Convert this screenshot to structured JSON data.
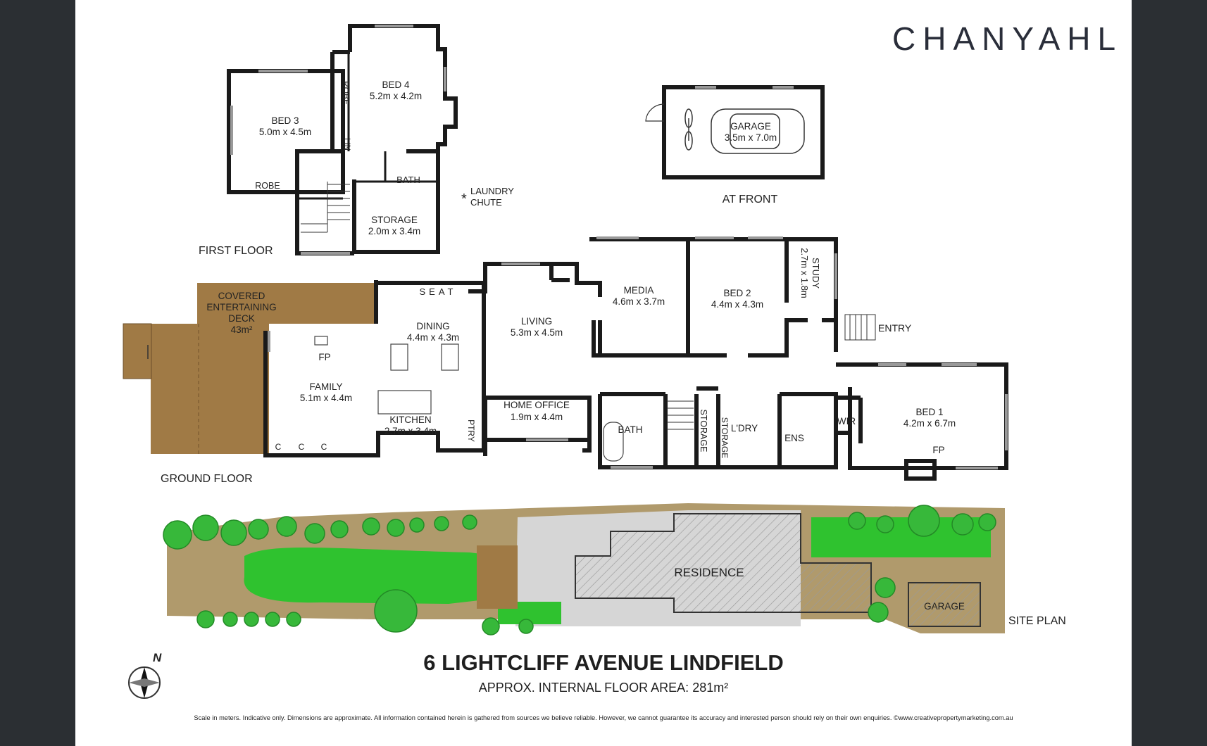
{
  "brand": "CHANYAHL",
  "floors": {
    "first": "FIRST FLOOR",
    "ground": "GROUND FLOOR",
    "garage_note": "AT FRONT",
    "site": "SITE PLAN"
  },
  "rooms": {
    "bed3": {
      "name": "BED 3",
      "dims": "5.0m x 4.5m"
    },
    "bed4": {
      "name": "BED 4",
      "dims": "5.2m x 4.2m"
    },
    "robe_v": "ROBE",
    "robe_h": "ROBE",
    "lin": "LIN",
    "bath_first": "BATH",
    "storage_first": {
      "name": "STORAGE",
      "dims": "2.0m x 3.4m"
    },
    "laundry_chute": [
      "LAUNDRY",
      "CHUTE"
    ],
    "garage": {
      "name": "GARAGE",
      "dims": "3.5m x 7.0m"
    },
    "deck": {
      "lines": [
        "COVERED",
        "ENTERTAINING",
        "DECK"
      ],
      "area": "43m²"
    },
    "seat": "SEAT",
    "dining": {
      "name": "DINING",
      "dims": "4.4m x 4.3m"
    },
    "living": {
      "name": "LIVING",
      "dims": "5.3m x 4.5m"
    },
    "media": {
      "name": "MEDIA",
      "dims": "4.6m x 3.7m"
    },
    "bed2": {
      "name": "BED 2",
      "dims": "4.4m x 4.3m"
    },
    "study": {
      "name": "STUDY",
      "dims": "2.7m x 1.8m"
    },
    "entry": "ENTRY",
    "fp_family": "FP",
    "family": {
      "name": "FAMILY",
      "dims": "5.1m x 4.4m"
    },
    "kitchen": {
      "name": "KITCHEN",
      "dims": "2.7m x 3.4m"
    },
    "home_office": {
      "name": "HOME OFFICE",
      "dims": "1.9m x 4.4m"
    },
    "ptry": "PTRY",
    "bath_ground": "BATH",
    "storage_ground_1": "STORAGE",
    "storage_ground_2": "STORAGE",
    "ldry": "L'DRY",
    "ens": "ENS",
    "wir": "WIR",
    "bed1": {
      "name": "BED 1",
      "dims": "4.2m x 6.7m"
    },
    "fp_bed1": "FP",
    "cupboard": "C"
  },
  "site": {
    "residence": "RESIDENCE",
    "garage": "GARAGE"
  },
  "compass": "N",
  "address": "6 LIGHTCLIFF AVENUE LINDFIELD",
  "floor_area": "APPROX. INTERNAL FLOOR AREA: 281m²",
  "disclaimer": "Scale in meters. Indicative only. Dimensions are approximate. All information contained herein is gathered from sources we believe reliable. However, we cannot guarantee its accuracy and interested person should rely on their own enquiries. ©www.creativepropertymarketing.com.au",
  "colors": {
    "background": "#2b2f33",
    "sheet": "#ffffff",
    "wall": "#1a1a1a",
    "deck": "#a07a45",
    "lawn": "#2fc22f",
    "tree": "#37b83a",
    "garden": "#b09a6c",
    "paving": "#d6d6d6"
  }
}
